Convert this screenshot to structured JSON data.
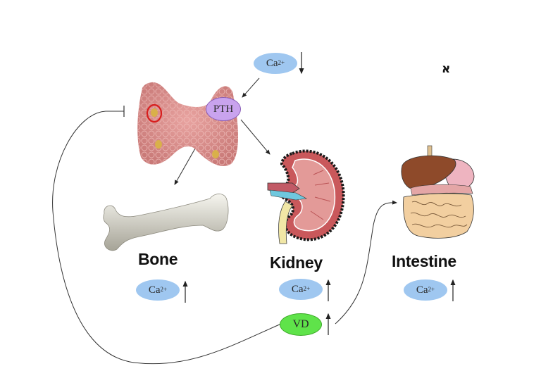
{
  "figure_label": "א",
  "nodes": {
    "ca_top": {
      "text": "Ca",
      "sup": "2+",
      "trend": "down"
    },
    "pth": {
      "text": "PTH"
    },
    "vd": {
      "text": "VD",
      "trend": "up"
    }
  },
  "organs": [
    {
      "id": "bone",
      "label": "Bone",
      "ca_text": "Ca",
      "ca_sup": "2+",
      "trend": "up"
    },
    {
      "id": "kidney",
      "label": "Kidney",
      "ca_text": "Ca",
      "ca_sup": "2+",
      "trend": "up"
    },
    {
      "id": "intestine",
      "label": "Intestine",
      "ca_text": "Ca",
      "ca_sup": "2+",
      "trend": "up"
    }
  ],
  "images": {
    "parathyroid": "thyroid-with-parathyroid-glands",
    "bone": "femur-bone",
    "kidney": "kidney-cross-section",
    "intestine": "digestive-system"
  },
  "colors": {
    "ca_fill": "#9fc7f0",
    "pth_fill": "#c9a3ee",
    "vd_fill": "#5fe34a",
    "highlight_ring": "#d81e1e"
  },
  "edges": [
    {
      "from": "ca_top",
      "to": "pth",
      "type": "arrow"
    },
    {
      "from": "pth",
      "to": "bone",
      "type": "arrow"
    },
    {
      "from": "pth",
      "to": "kidney",
      "type": "arrow"
    },
    {
      "from": "vd",
      "to": "intestine",
      "type": "arrow"
    },
    {
      "from": "vd",
      "to": "parathyroid",
      "type": "inhibit"
    }
  ]
}
